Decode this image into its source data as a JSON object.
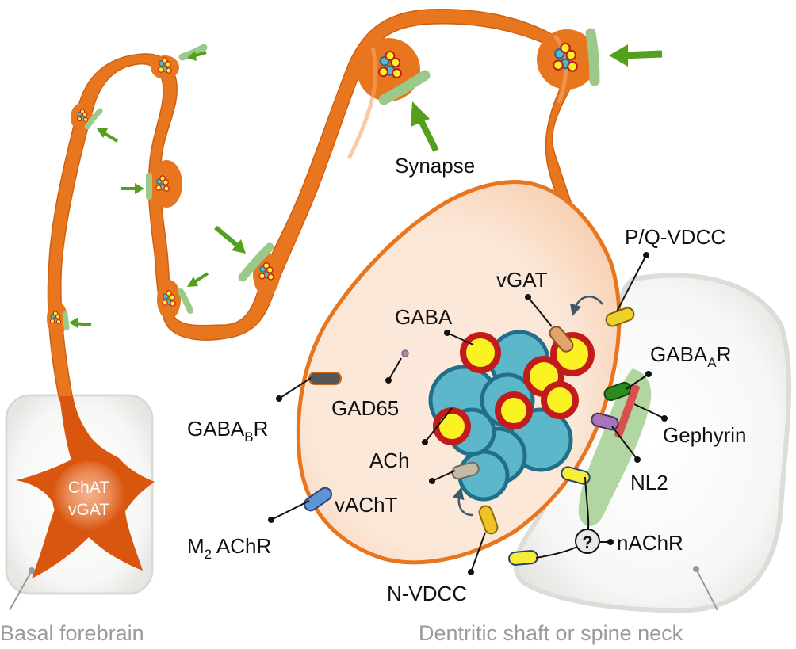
{
  "labels": {
    "synapse": "Synapse",
    "p_q_vdcc": "P/Q-VDCC",
    "vgat": "vGAT",
    "gaba": "GABA",
    "gad65": "GAD65",
    "gaba_a_r_main": "GABA",
    "gaba_a_r_sub": "A",
    "gaba_a_r_tail": "R",
    "gephyrin": "Gephyrin",
    "gaba_b_r_main": "GABA",
    "gaba_b_r_sub": "B",
    "gaba_b_r_tail": "R",
    "ach": "ACh",
    "vacht": "vAChT",
    "nl2": "NL2",
    "m2_achr_main": "M",
    "m2_achr_sub": "2",
    "m2_achr_tail": " AChR",
    "n_vdcc": "N-VDCC",
    "nachr": "nAChR",
    "question_mark": "?",
    "soma_line1": "ChAT",
    "soma_line2": "vGAT",
    "basal_forebrain": "Basal forebrain",
    "dendritic_shaft": "Dentritic shaft or spine neck"
  },
  "colors": {
    "axon_orange": "#e8761e",
    "soma_orange": "#d9560f",
    "terminal_fill": "#fbe6d6",
    "terminal_edge": "#e8761e",
    "gaba_red": "#c31b1b",
    "gaba_yellow": "#fbf223",
    "ach_blue": "#5bb7c9",
    "ach_edge": "#216f88",
    "postsyn_green": "#9bc98a",
    "green_arrow": "#54a01e",
    "grey_region": "#f0f0ef",
    "grey_edge": "#d9d9d6"
  }
}
